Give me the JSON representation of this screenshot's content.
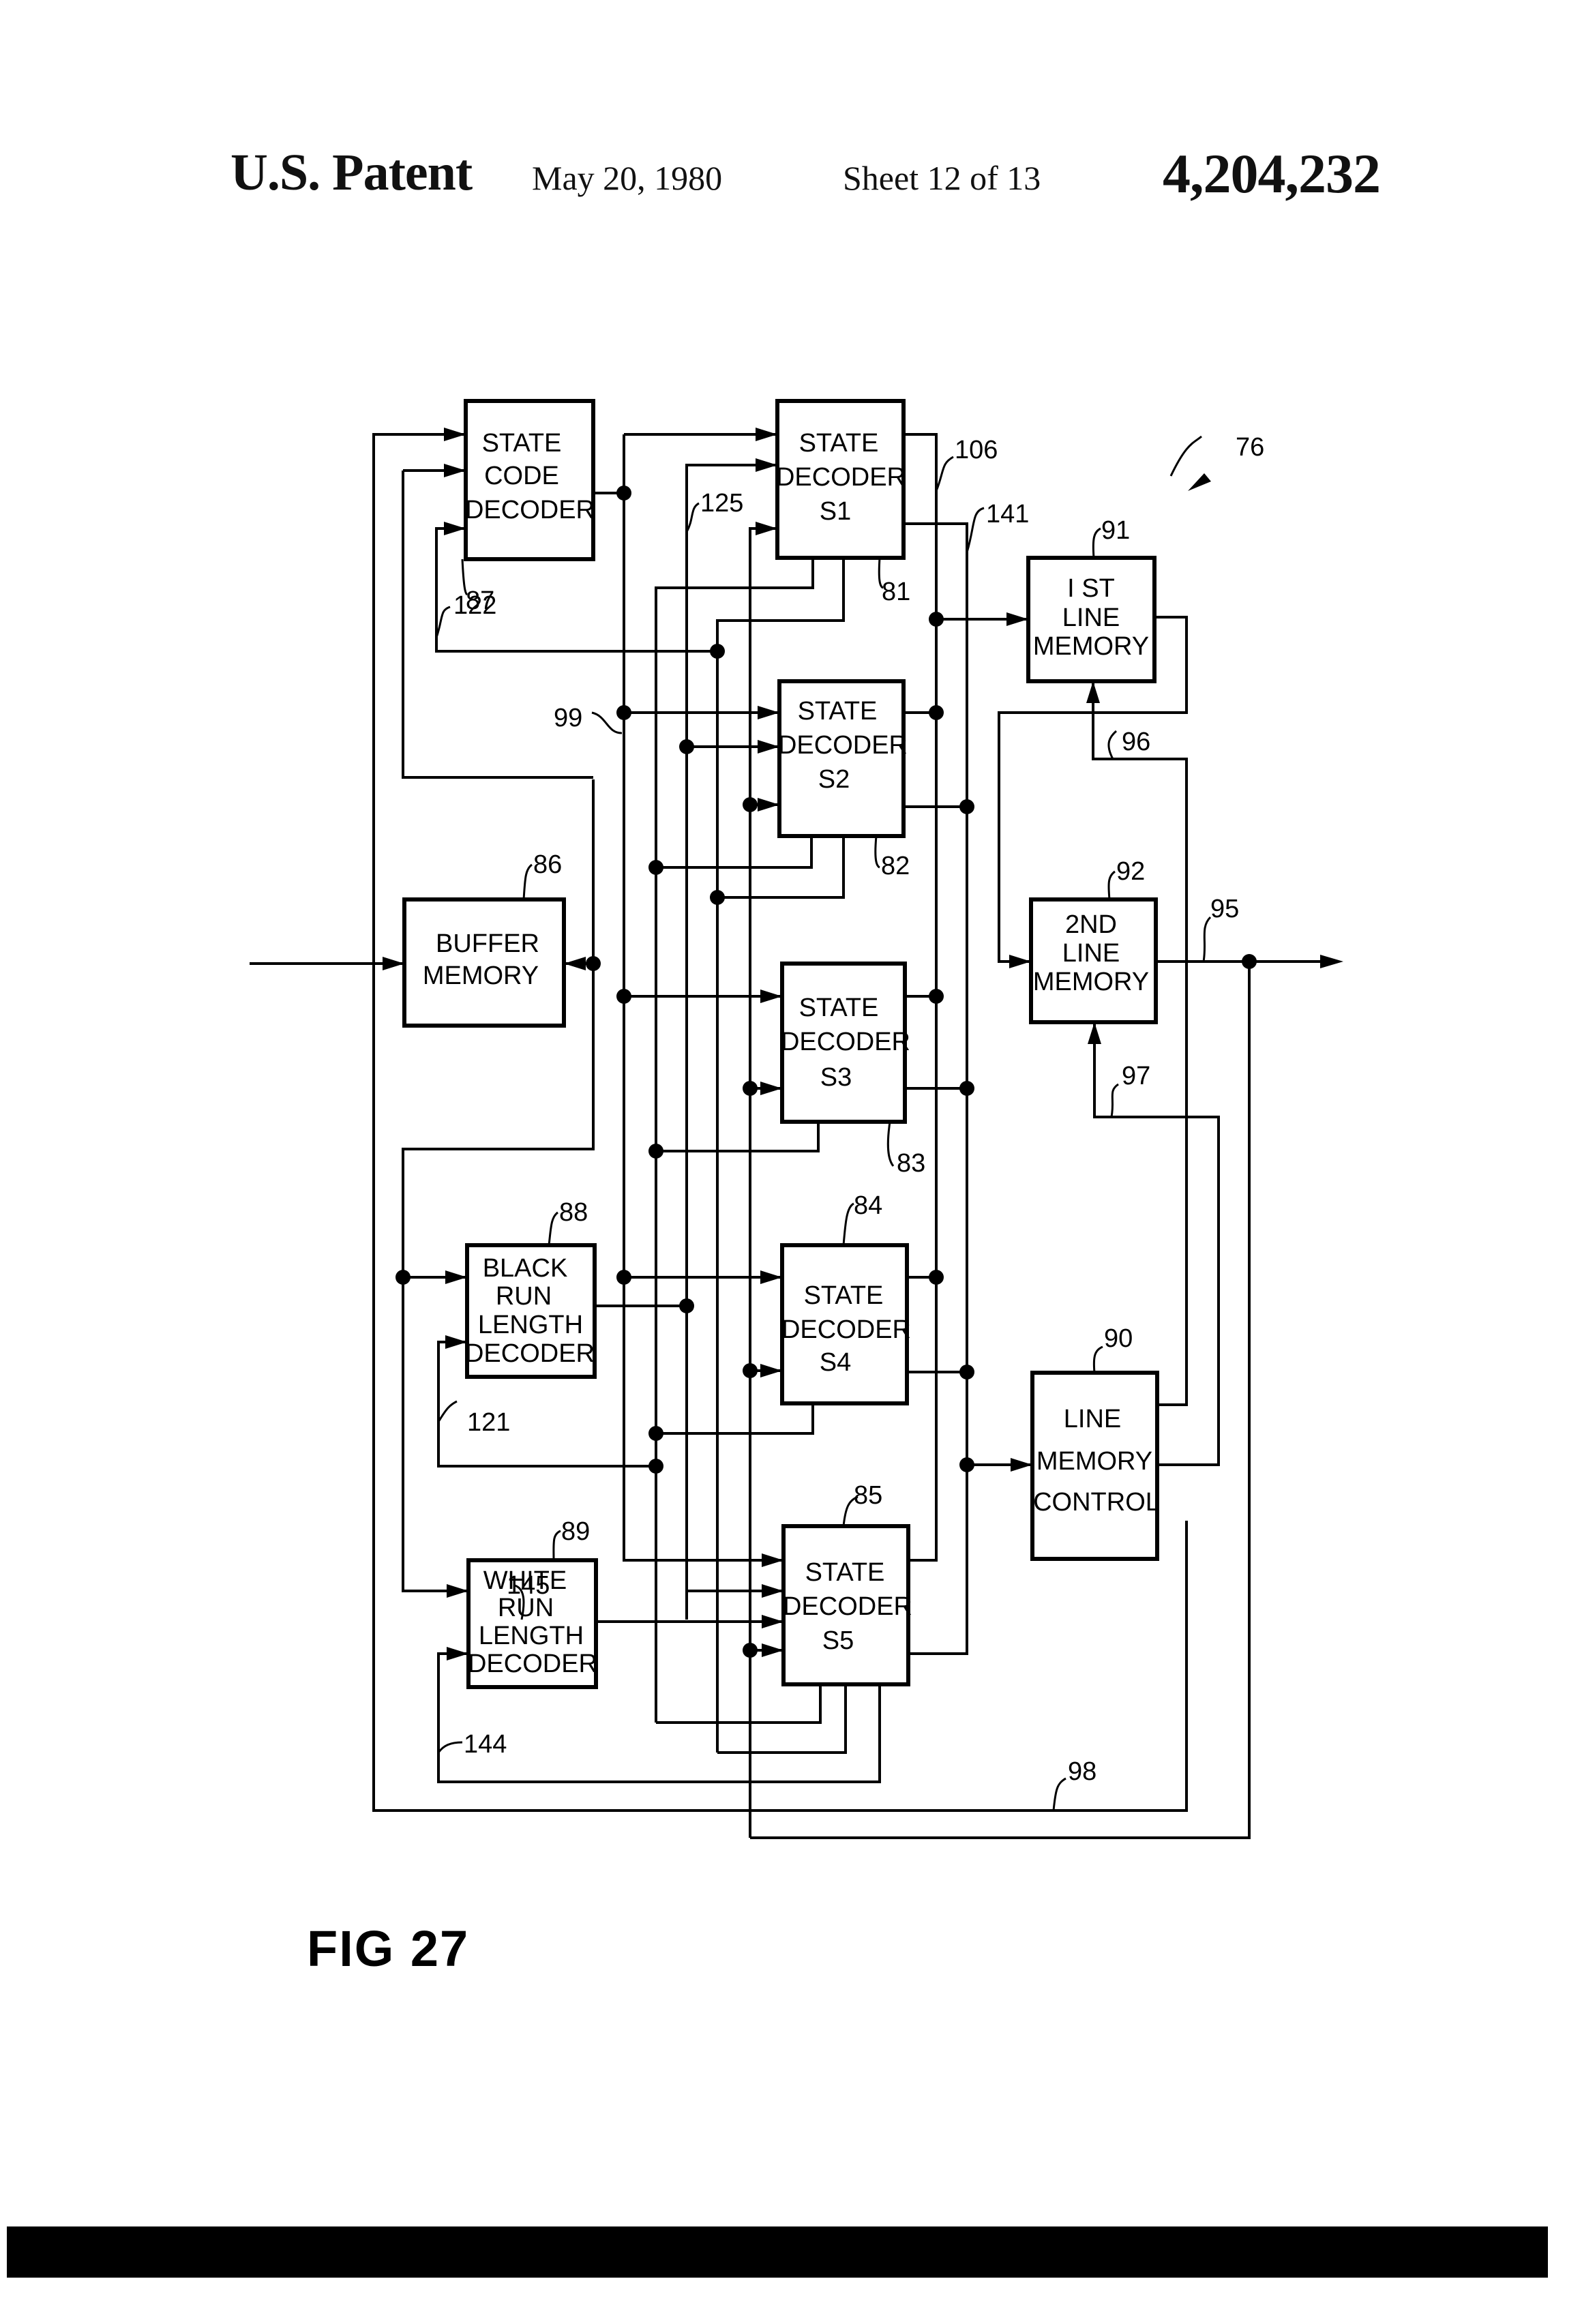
{
  "header": {
    "label": "U.S. Patent",
    "date": "May 20, 1980",
    "sheet": "Sheet 12 of 13",
    "number": "4,204,232"
  },
  "figure": {
    "label": "FIG 27",
    "ref": "76"
  },
  "blocks": {
    "state_code_decoder": {
      "lines": [
        "STATE",
        "CODE",
        "DECODER"
      ],
      "ref": "87"
    },
    "state_decoder_s1": {
      "lines": [
        "STATE",
        "DECODER",
        "S1"
      ],
      "ref": "81"
    },
    "state_decoder_s2": {
      "lines": [
        "STATE",
        "DECODER",
        "S2"
      ],
      "ref": "82"
    },
    "state_decoder_s3": {
      "lines": [
        "STATE",
        "DECODER",
        "S3"
      ],
      "ref": "83"
    },
    "state_decoder_s4": {
      "lines": [
        "STATE",
        "DECODER",
        "S4"
      ],
      "ref": "84"
    },
    "state_decoder_s5": {
      "lines": [
        "STATE",
        "DECODER",
        "S5"
      ],
      "ref": "85"
    },
    "buffer_memory": {
      "lines": [
        "BUFFER",
        "MEMORY"
      ],
      "ref": "86"
    },
    "black_run_length_decoder": {
      "lines": [
        "BLACK",
        "RUN",
        "LENGTH",
        "DECODER"
      ],
      "ref": "88"
    },
    "white_run_length_decoder": {
      "lines": [
        "WHITE",
        "RUN",
        "LENGTH",
        "DECODER"
      ],
      "ref": "89"
    },
    "first_line_memory": {
      "lines": [
        "I ST",
        "LINE",
        "MEMORY"
      ],
      "ref": "91"
    },
    "second_line_memory": {
      "lines": [
        "2ND",
        "LINE",
        "MEMORY"
      ],
      "ref": "92"
    },
    "line_memory_control": {
      "lines": [
        "LINE",
        "MEMORY",
        "CONTROL"
      ],
      "ref": "90"
    }
  },
  "wire_refs": {
    "r106": "106",
    "r141": "141",
    "r125": "125",
    "r122": "122",
    "r99": "99",
    "r96": "96",
    "r95": "95",
    "r97": "97",
    "r121": "121",
    "r145": "145",
    "r144": "144",
    "r98": "98"
  }
}
